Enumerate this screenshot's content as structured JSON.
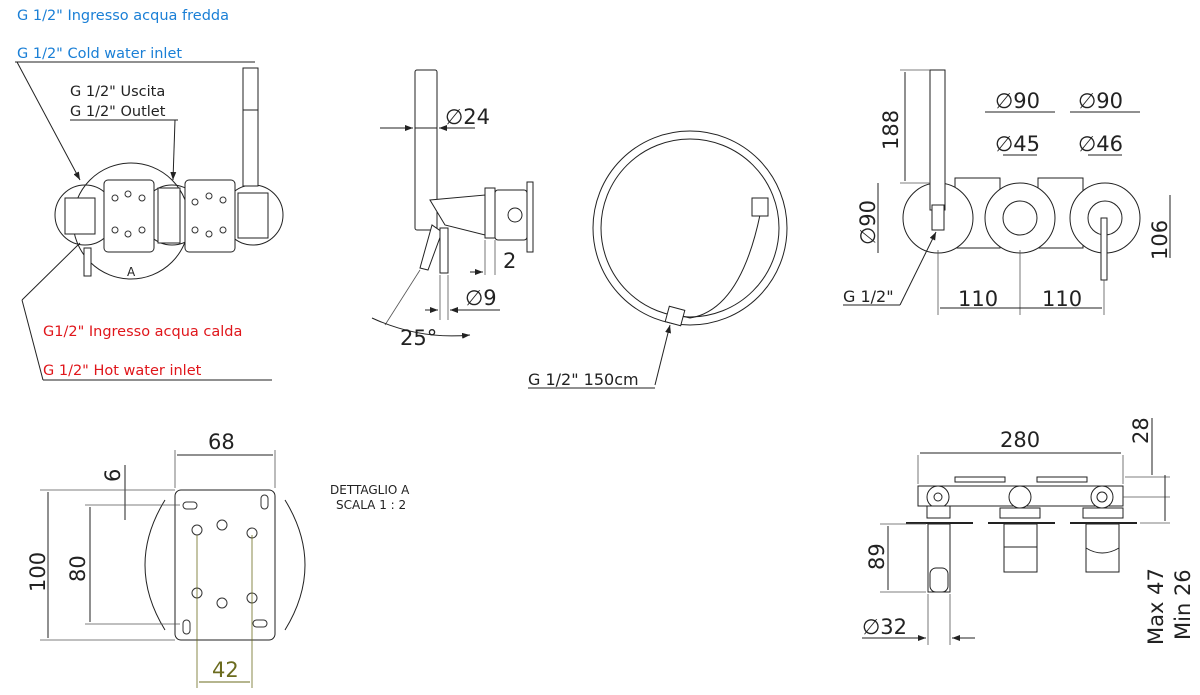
{
  "labels": {
    "cold_it": "G 1/2\" Ingresso acqua fredda",
    "cold_en": "G 1/2\" Cold water inlet",
    "outlet_it": "G 1/2\" Uscita",
    "outlet_en": "G 1/2\" Outlet",
    "hot_it": "G1/2\" Ingresso acqua calda",
    "hot_en": "G 1/2\" Hot water inlet",
    "detail_marker": "A",
    "hose": "G 1/2\" 150cm",
    "right_connection": "G 1/2\"",
    "detail_title": "DETTAGLIO A",
    "detail_scale": "SCALA 1 : 2"
  },
  "dimensions": {
    "side_d24": "24",
    "side_2": "2",
    "side_d9": "9",
    "side_angle": "25°",
    "front_188": "188",
    "front_d90_left": "90",
    "front_d90_a": "90",
    "front_d90_b": "90",
    "front_d45": "45",
    "front_d46": "46",
    "front_106": "106",
    "front_110_a": "110",
    "front_110_b": "110",
    "detail_68": "68",
    "detail_6": "6",
    "detail_100": "100",
    "detail_80": "80",
    "detail_42": "42",
    "top_280": "280",
    "top_28": "28",
    "top_89": "89",
    "top_d32": "32",
    "top_max": "Max 47",
    "top_min": "Min 26"
  },
  "symbols": {
    "diameter": "∅"
  },
  "colors": {
    "cold": "#1a7fd6",
    "hot": "#e0161b",
    "accent_dim": "#6b6b1e"
  }
}
